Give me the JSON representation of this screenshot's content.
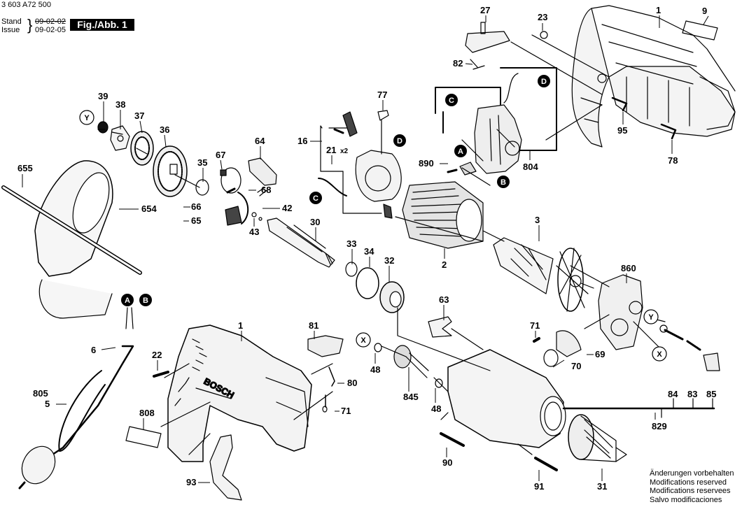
{
  "header": {
    "doc_number": "3 603 A72 500",
    "stand_label": "Stand",
    "issue_label": "Issue",
    "old_date": "09-02-02",
    "new_date": "09-02-05",
    "figure_label": "Fig./Abb. 1"
  },
  "notice": {
    "lines": [
      "Änderungen vorbehalten",
      "Modifications reserved",
      "Modifications reservees",
      "Salvo modificaciones"
    ]
  },
  "brand_on_housing": "BOSCH",
  "connectors": {
    "A": "A",
    "B": "B",
    "C": "C",
    "D": "D",
    "X": "X",
    "Y": "Y"
  },
  "parts": [
    {
      "id": "p27",
      "label": "27"
    },
    {
      "id": "p23",
      "label": "23"
    },
    {
      "id": "p1top",
      "label": "1"
    },
    {
      "id": "p9",
      "label": "9"
    },
    {
      "id": "p82",
      "label": "82"
    },
    {
      "id": "p39",
      "label": "39"
    },
    {
      "id": "p38",
      "label": "38"
    },
    {
      "id": "p37",
      "label": "37"
    },
    {
      "id": "p36",
      "label": "36"
    },
    {
      "id": "p77",
      "label": "77"
    },
    {
      "id": "p16",
      "label": "16"
    },
    {
      "id": "p21",
      "label": "21",
      "suffix": "x2"
    },
    {
      "id": "p95",
      "label": "95"
    },
    {
      "id": "p804",
      "label": "804"
    },
    {
      "id": "p890",
      "label": "890"
    },
    {
      "id": "p78",
      "label": "78"
    },
    {
      "id": "p64",
      "label": "64"
    },
    {
      "id": "p67",
      "label": "67"
    },
    {
      "id": "p35",
      "label": "35"
    },
    {
      "id": "p68",
      "label": "68"
    },
    {
      "id": "p655",
      "label": "655"
    },
    {
      "id": "p654",
      "label": "654"
    },
    {
      "id": "p66",
      "label": "66"
    },
    {
      "id": "p42",
      "label": "42"
    },
    {
      "id": "p65",
      "label": "65"
    },
    {
      "id": "p43",
      "label": "43"
    },
    {
      "id": "p30",
      "label": "30"
    },
    {
      "id": "p3",
      "label": "3"
    },
    {
      "id": "p33",
      "label": "33"
    },
    {
      "id": "p34",
      "label": "34"
    },
    {
      "id": "p32",
      "label": "32"
    },
    {
      "id": "p2",
      "label": "2"
    },
    {
      "id": "p860",
      "label": "860"
    },
    {
      "id": "p63",
      "label": "63"
    },
    {
      "id": "p1bot",
      "label": "1"
    },
    {
      "id": "p81",
      "label": "81"
    },
    {
      "id": "p71a",
      "label": "71"
    },
    {
      "id": "p6",
      "label": "6"
    },
    {
      "id": "p22",
      "label": "22"
    },
    {
      "id": "p80",
      "label": "80"
    },
    {
      "id": "p69",
      "label": "69"
    },
    {
      "id": "p48a",
      "label": "48"
    },
    {
      "id": "p70",
      "label": "70"
    },
    {
      "id": "p805",
      "label": "805"
    },
    {
      "id": "p5",
      "label": "5"
    },
    {
      "id": "p71b",
      "label": "71"
    },
    {
      "id": "p845",
      "label": "845"
    },
    {
      "id": "p48b",
      "label": "48"
    },
    {
      "id": "p84",
      "label": "84"
    },
    {
      "id": "p83",
      "label": "83"
    },
    {
      "id": "p85",
      "label": "85"
    },
    {
      "id": "p808",
      "label": "808"
    },
    {
      "id": "p829",
      "label": "829"
    },
    {
      "id": "p90",
      "label": "90"
    },
    {
      "id": "p93",
      "label": "93"
    },
    {
      "id": "p91",
      "label": "91"
    },
    {
      "id": "p31",
      "label": "31"
    }
  ]
}
